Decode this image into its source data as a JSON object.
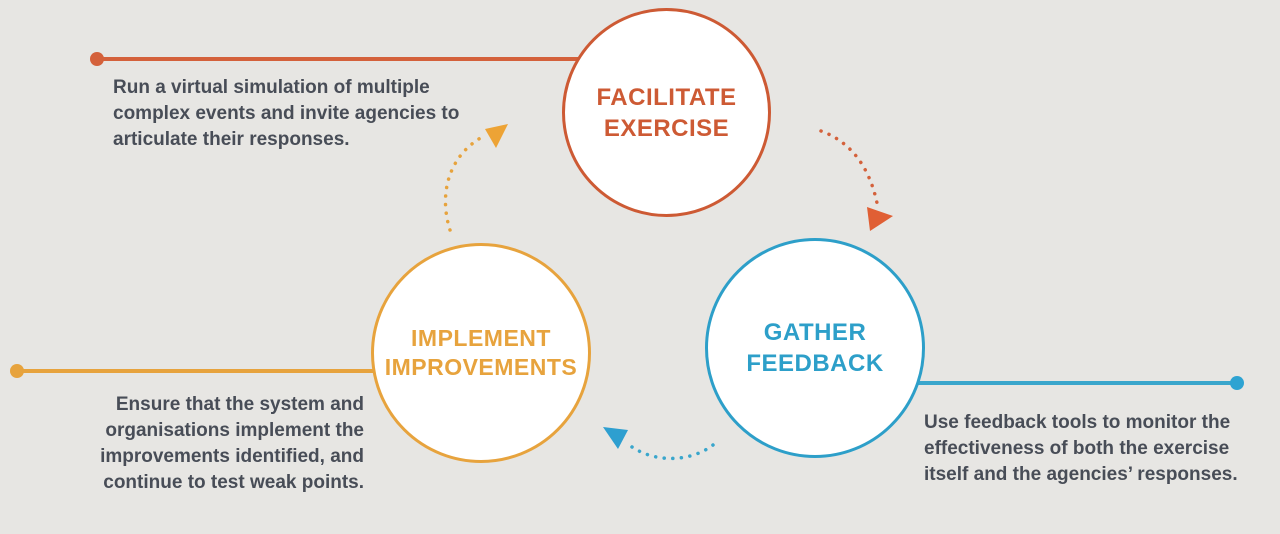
{
  "diagram": {
    "type": "cycle",
    "background_color": "#e7e6e3",
    "text_color": "#484d57",
    "steps": [
      {
        "id": "facilitate-exercise",
        "label": "FACILITATE\nEXERCISE",
        "color": "#cd5a34",
        "description": "Run a virtual simulation of multiple complex events and invite agencies to articulate their responses."
      },
      {
        "id": "gather-feedback",
        "label": "GATHER\nFEEDBACK",
        "color": "#2d9fc9",
        "description": "Use feedback tools to monitor the effectiveness of both the exercise itself and the agencies’ responses."
      },
      {
        "id": "implement-improvements",
        "label": "IMPLEMENT\nIMPROVEMENTS",
        "color": "#e7a33d",
        "description": "Ensure that the system and organisations implement the improvements identified, and continue to test weak points."
      }
    ],
    "arrows": [
      {
        "from": "implement-improvements",
        "to": "facilitate-exercise",
        "style": "dotted",
        "color": "#e7a33d"
      },
      {
        "from": "facilitate-exercise",
        "to": "gather-feedback",
        "style": "dotted",
        "color": "#d4613b"
      },
      {
        "from": "gather-feedback",
        "to": "implement-improvements",
        "style": "dotted",
        "color": "#3aa6cc"
      }
    ]
  }
}
